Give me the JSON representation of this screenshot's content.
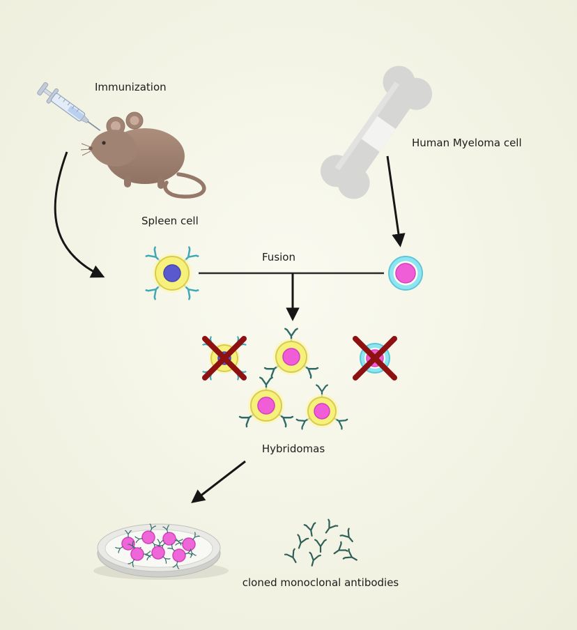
{
  "diagram": {
    "labels": {
      "immunization": "Immunization",
      "human_myeloma_cell": "Human Myeloma cell",
      "spleen_cell": "Spleen cell",
      "fusion": "Fusion",
      "hybridomas": "Hybridomas",
      "cloned_monoclonal_antibodies": "cloned monoclonal antibodies"
    },
    "colors": {
      "background": "#f0f1e1",
      "cell_body_yellow": "#f6f17b",
      "cell_body_yellow_edge": "#d9ca52",
      "spleen_nucleus": "#5a5ace",
      "hybridoma_nucleus": "#ef5ed6",
      "myeloma_ring": "#8de5f1",
      "myeloma_nucleus": "#ef5ed6",
      "receptor_teal": "#2f6b66",
      "receptor_cyan": "#3fa9b5",
      "cross_out_red": "#8e1111",
      "arrow_black": "#161616",
      "mouse_brown": "#a08373",
      "bone_gray": "#d6d6d4",
      "text": "#1c1c1c"
    }
  }
}
